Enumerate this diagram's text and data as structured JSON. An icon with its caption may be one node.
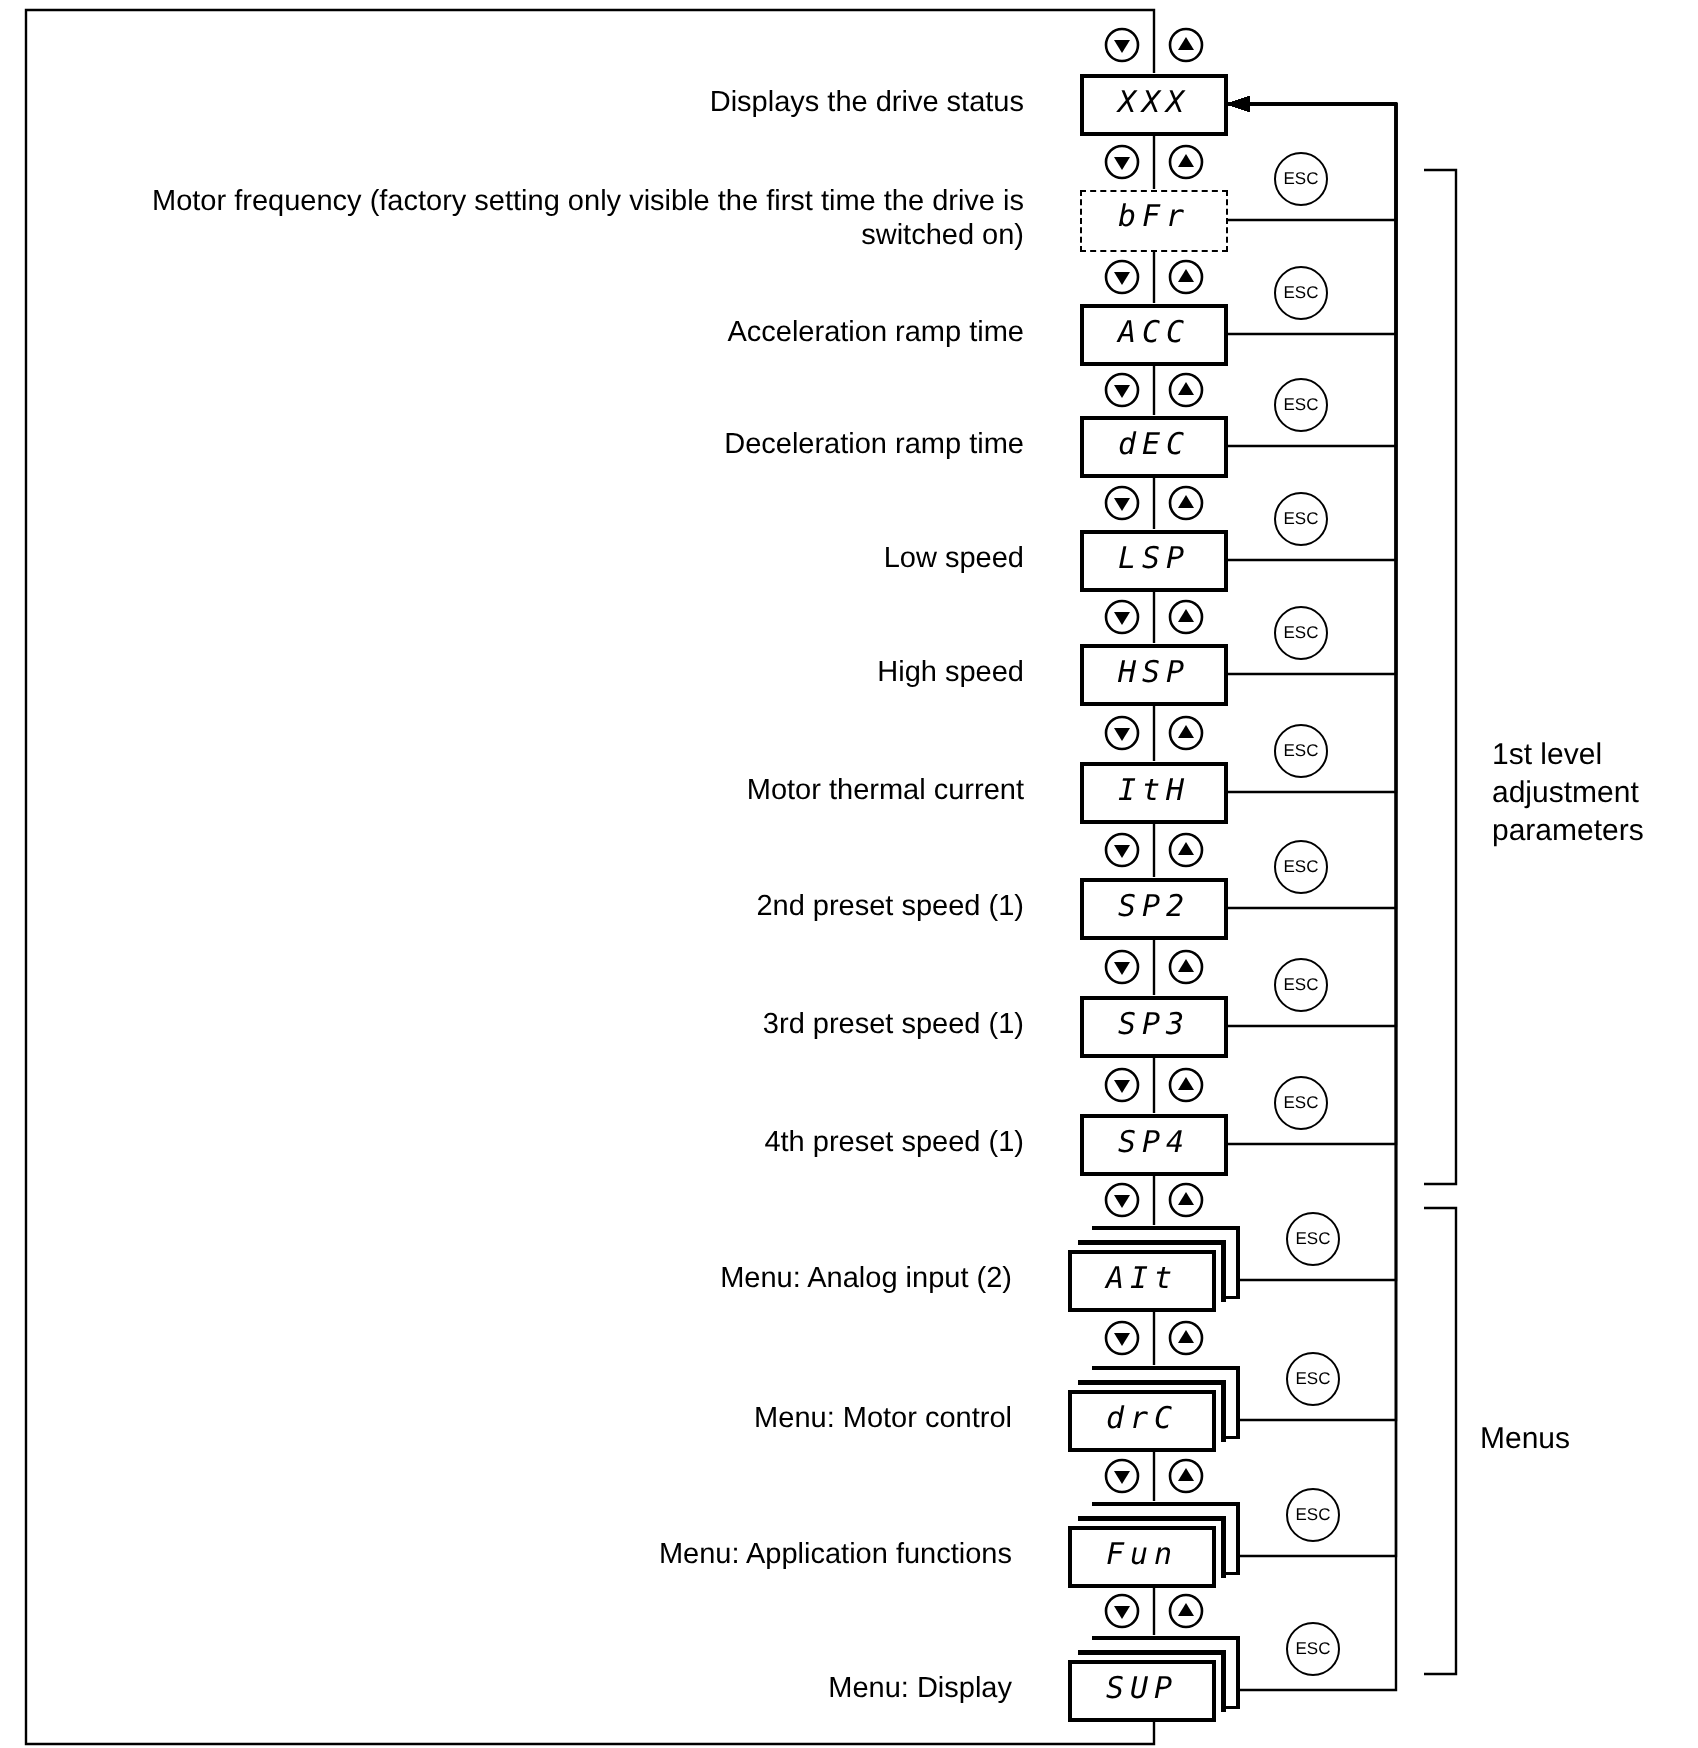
{
  "diagram": {
    "nodes": [
      {
        "text": [
          "XXX"
        ],
        "beside": [
          "Displays the drive status"
        ]
      },
      {
        "text": [
          "bFr"
        ],
        "beside": [
          "Motor frequency (factory setting only visible the first time the drive is switched on)"
        ]
      },
      {
        "text": [
          "ACC"
        ],
        "beside": [
          "Acceleration ramp time"
        ]
      },
      {
        "text": [
          "dEC"
        ],
        "beside": [
          "Deceleration ramp time"
        ]
      },
      {
        "text": [
          "LSP"
        ],
        "beside": [
          "Low speed"
        ]
      },
      {
        "text": [
          "HSP"
        ],
        "beside": [
          "High speed"
        ]
      },
      {
        "text": [
          "ItH"
        ],
        "beside": [
          "Motor thermal current"
        ]
      },
      {
        "text": [
          "SP2"
        ],
        "beside": [
          "2nd preset speed (1)"
        ]
      },
      {
        "text": [
          "SP3"
        ],
        "beside": [
          "3rd preset speed (1)"
        ]
      },
      {
        "text": [
          "SP4"
        ],
        "beside": [
          "4th preset speed (1)"
        ]
      },
      {
        "text": [
          "AIt"
        ],
        "beside": [
          "Menu: Analog input (2)"
        ]
      },
      {
        "text": [
          "drC"
        ],
        "beside": [
          "Menu: Motor control"
        ]
      },
      {
        "text": [
          "Fun"
        ],
        "beside": [
          "Menu: Application functions"
        ]
      },
      {
        "text": [
          "SUP"
        ],
        "beside": [
          "Menu: Display"
        ]
      }
    ],
    "edges": [
      {
        "from": 0,
        "to": 1,
        "arrow": "none"
      },
      {
        "from": 1,
        "to": 2,
        "arrow": "none"
      },
      {
        "from": 2,
        "to": 3,
        "arrow": "none"
      },
      {
        "from": 3,
        "to": 4,
        "arrow": "none"
      },
      {
        "from": 4,
        "to": 5,
        "arrow": "none"
      },
      {
        "from": 5,
        "to": 6,
        "arrow": "none"
      },
      {
        "from": 6,
        "to": 7,
        "arrow": "none"
      },
      {
        "from": 7,
        "to": 8,
        "arrow": "none"
      },
      {
        "from": 8,
        "to": 9,
        "arrow": "none"
      },
      {
        "from": 9,
        "to": 10,
        "arrow": "none"
      },
      {
        "from": 10,
        "to": 11,
        "arrow": "none"
      },
      {
        "from": 11,
        "to": 12,
        "arrow": "none"
      },
      {
        "from": 12,
        "to": 13,
        "arrow": "none"
      },
      {
        "from": 13,
        "to": 0,
        "arrow": "none"
      },
      {
        "from": 1,
        "to": 0,
        "arrow": "to",
        "label": "ESC"
      },
      {
        "from": 2,
        "to": 0,
        "arrow": "to",
        "label": "ESC"
      },
      {
        "from": 3,
        "to": 0,
        "arrow": "to",
        "label": "ESC"
      },
      {
        "from": 4,
        "to": 0,
        "arrow": "to",
        "label": "ESC"
      },
      {
        "from": 5,
        "to": 0,
        "arrow": "to",
        "label": "ESC"
      },
      {
        "from": 6,
        "to": 0,
        "arrow": "to",
        "label": "ESC"
      },
      {
        "from": 7,
        "to": 0,
        "arrow": "to",
        "label": "ESC"
      },
      {
        "from": 8,
        "to": 0,
        "arrow": "to",
        "label": "ESC"
      },
      {
        "from": 9,
        "to": 0,
        "arrow": "to",
        "label": "ESC"
      },
      {
        "from": 10,
        "to": 0,
        "arrow": "to",
        "label": "ESC"
      },
      {
        "from": 11,
        "to": 0,
        "arrow": "to",
        "label": "ESC"
      },
      {
        "from": 12,
        "to": 0,
        "arrow": "to",
        "label": "ESC"
      },
      {
        "from": 13,
        "to": 0,
        "arrow": "to",
        "label": "ESC"
      }
    ],
    "labels": [
      "1st level adjustment parameters",
      "Menus"
    ]
  }
}
